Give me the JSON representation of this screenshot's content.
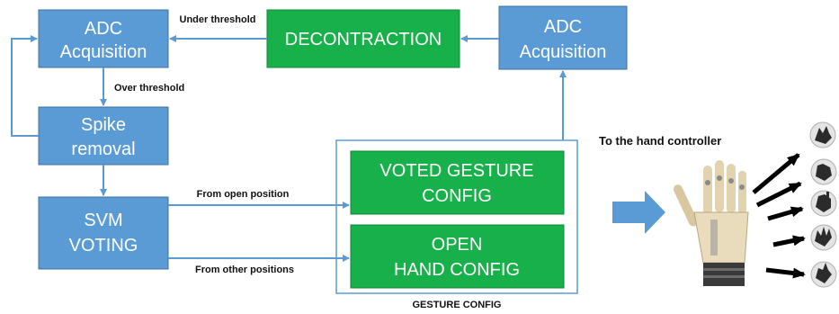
{
  "boxes": {
    "adc_left": [
      "ADC",
      "Acquisition"
    ],
    "decontraction": "DECONTRACTION",
    "adc_right": [
      "ADC",
      "Acquisition"
    ],
    "spike": [
      "Spike",
      "removal"
    ],
    "svm": [
      "SVM",
      "VOTING"
    ],
    "voted": [
      "VOTED GESTURE",
      "CONFIG"
    ],
    "open": [
      "OPEN",
      "HAND CONFIG"
    ]
  },
  "labels": {
    "under_threshold": "Under threshold",
    "over_threshold": "Over threshold",
    "from_open": "From open position",
    "from_other": "From other positions",
    "gesture_config": "GESTURE CONFIG",
    "to_hand": "To the hand controller"
  },
  "colors": {
    "blue": "#5b9bd5",
    "green": "#18b04a"
  },
  "icons": [
    "robotic-hand-image",
    "hand-gesture-icon"
  ]
}
